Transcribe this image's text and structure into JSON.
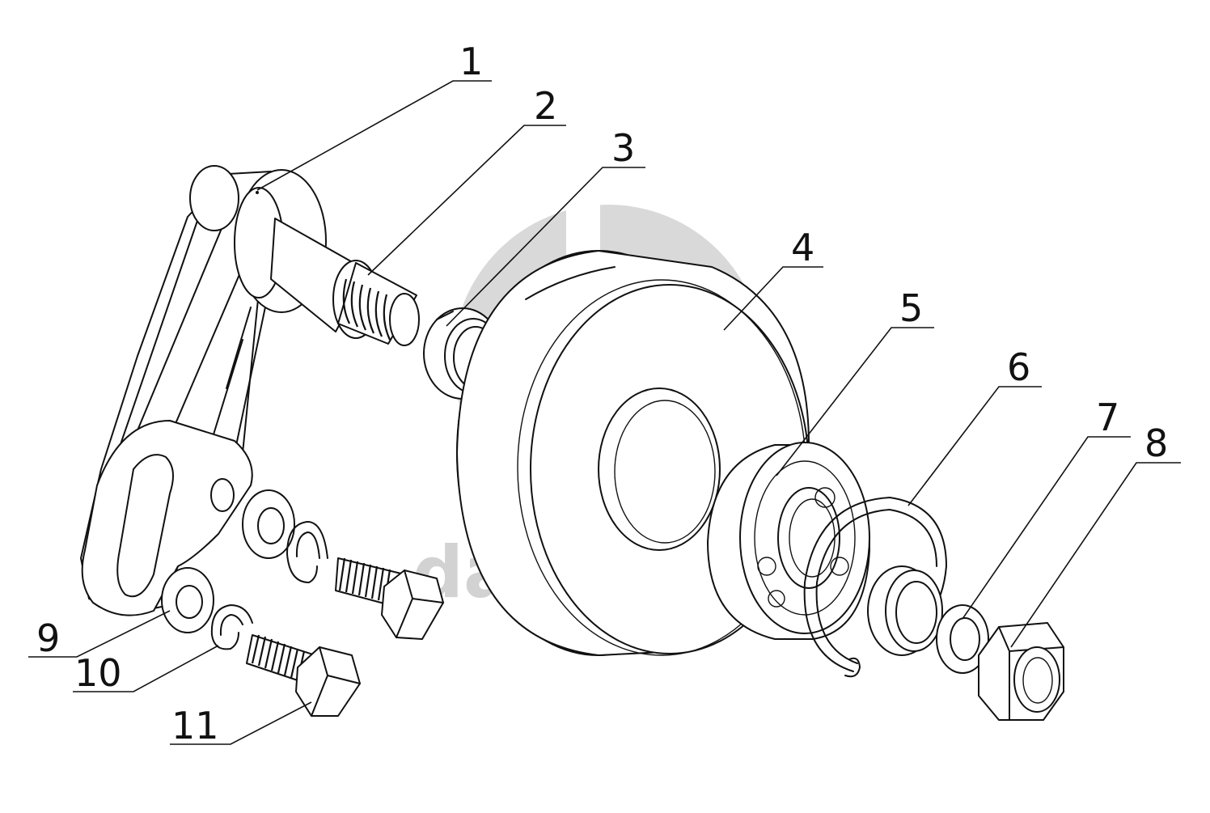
{
  "watermark": {
    "text": "data-parts",
    "color": "#d2d2d2",
    "logo_icon": "dp-logo-icon"
  },
  "callouts": [
    {
      "id": "1",
      "label": "1"
    },
    {
      "id": "2",
      "label": "2"
    },
    {
      "id": "3",
      "label": "3"
    },
    {
      "id": "4",
      "label": "4"
    },
    {
      "id": "5",
      "label": "5"
    },
    {
      "id": "6",
      "label": "6"
    },
    {
      "id": "7",
      "label": "7"
    },
    {
      "id": "8",
      "label": "8"
    },
    {
      "id": "9",
      "label": "9"
    },
    {
      "id": "10",
      "label": "10"
    },
    {
      "id": "11",
      "label": "11"
    }
  ],
  "colors": {
    "line": "#111111",
    "background": "#ffffff"
  }
}
